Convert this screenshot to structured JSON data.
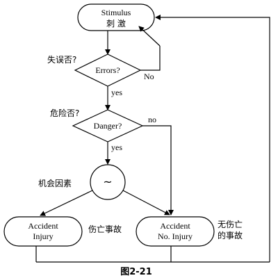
{
  "diagram": {
    "start": {
      "line1": "Stimulus",
      "line2": "刺 激"
    },
    "decision1": {
      "label": "Errors?",
      "question": "失误否?",
      "no": "No",
      "yes": "yes"
    },
    "decision2": {
      "label": "Danger?",
      "question": "危险否?",
      "no": "no",
      "yes": "yes"
    },
    "chance": {
      "symbol": "~",
      "label": "机会因素"
    },
    "left_outcome": {
      "line1": "Accident",
      "line2": "Injury",
      "caption": "伤亡事故"
    },
    "right_outcome": {
      "line1": "Accident",
      "line2": "No. Injury",
      "caption_line1": "无伤亡",
      "caption_line2": "的事故"
    },
    "figure_caption": "图2-21"
  }
}
